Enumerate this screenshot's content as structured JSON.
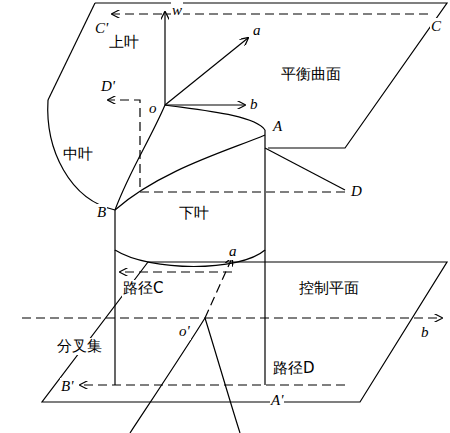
{
  "diagram": {
    "labels": [
      "C'",
      "w",
      "a",
      "上叶",
      "D'",
      "o",
      "平衡曲面",
      "b",
      "C",
      "A",
      "中叶",
      "D",
      "B",
      "下叶",
      "a",
      "路径C",
      "控制平面",
      "o'",
      "b",
      "分叉集",
      "路径D",
      "B'",
      "A'"
    ]
  }
}
